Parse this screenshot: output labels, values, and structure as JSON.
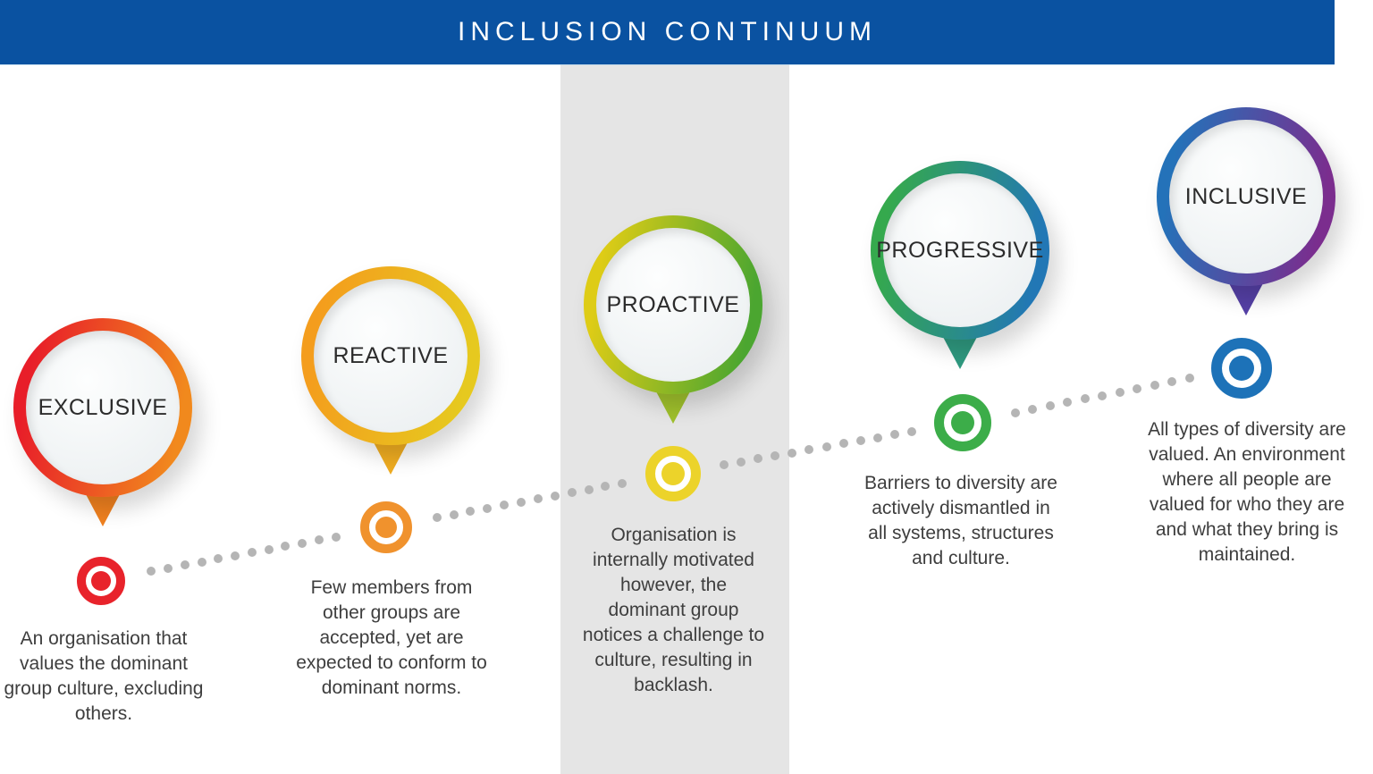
{
  "header": {
    "title": "INCLUSION CONTINUUM",
    "bg_color": "#0a52a1",
    "text_color": "#ffffff"
  },
  "highlight_band": {
    "color": "#e5e5e5"
  },
  "dotted_line": {
    "color": "#b5b5b5"
  },
  "stages": [
    {
      "label": "EXCLUSIVE",
      "description": "An organisation that values the dominant group culture, excluding others.",
      "colors": {
        "ring": [
          "#e81e29",
          "#f1891d"
        ],
        "pointer": "#f0811f",
        "target": "#e8232b"
      }
    },
    {
      "label": "REACTIVE",
      "description": "Few members from other groups are accepted, yet are expected to conform to dominant norms.",
      "colors": {
        "ring": [
          "#f49d1d",
          "#e6c91f"
        ],
        "pointer": "#f0ad21",
        "target": "#f0922d"
      }
    },
    {
      "label": "PROACTIVE",
      "description": "Organisation is internally motivated however, the dominant group notices a challenge to culture, resulting in backlash.",
      "colors": {
        "ring": [
          "#decc16",
          "#4ba630"
        ],
        "pointer": "#9fc02c",
        "target": "#ecd32a"
      }
    },
    {
      "label": "PROGRESSIVE",
      "description": "Barriers to diversity are actively dismantled in all systems, structures and culture.",
      "colors": {
        "ring": [
          "#35a94d",
          "#2277b5"
        ],
        "pointer": "#2f9a80",
        "target": "#3cad49"
      }
    },
    {
      "label": "INCLUSIVE",
      "description": "All types of diversity are valued. An environment where all people are valued for who they are and what they bring is maintained.",
      "colors": {
        "ring": [
          "#2472b9",
          "#7b2d8e"
        ],
        "pointer": "#5540a6",
        "target": "#1d72b8"
      }
    }
  ]
}
